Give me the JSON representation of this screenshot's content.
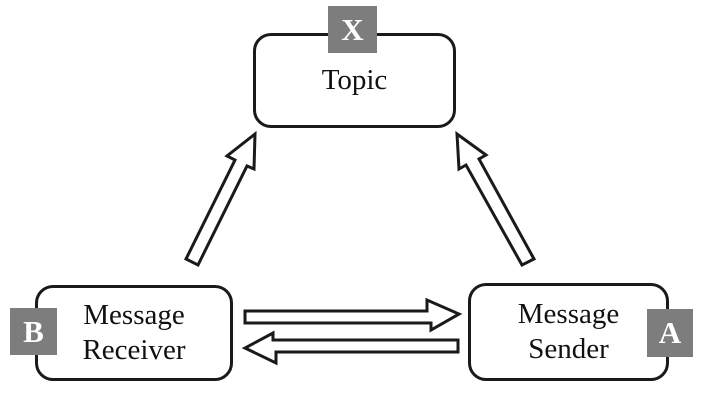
{
  "diagram": {
    "background_color": "#ffffff",
    "outline_color": "#1a1a1a",
    "badge_background_color": "#7d7d7d",
    "badge_text_color": "#ffffff",
    "nodes": [
      {
        "id": "topic",
        "label": "Topic",
        "badge": "X",
        "badge_position": "top-center"
      },
      {
        "id": "message-receiver",
        "label_line1": "Message",
        "label_line2": "Receiver",
        "badge": "B",
        "badge_position": "left-center"
      },
      {
        "id": "message-sender",
        "label_line1": "Message",
        "label_line2": "Sender",
        "badge": "A",
        "badge_position": "right-center"
      }
    ],
    "edges": [
      {
        "from": "message-receiver",
        "to": "topic",
        "style": "hollow-outline-arrow",
        "direction": "up-right"
      },
      {
        "from": "message-sender",
        "to": "topic",
        "style": "hollow-outline-arrow",
        "direction": "up-left"
      },
      {
        "from": "message-receiver",
        "to": "message-sender",
        "style": "hollow-outline-arrow",
        "direction": "right"
      },
      {
        "from": "message-sender",
        "to": "message-receiver",
        "style": "hollow-outline-arrow",
        "direction": "left"
      }
    ]
  }
}
